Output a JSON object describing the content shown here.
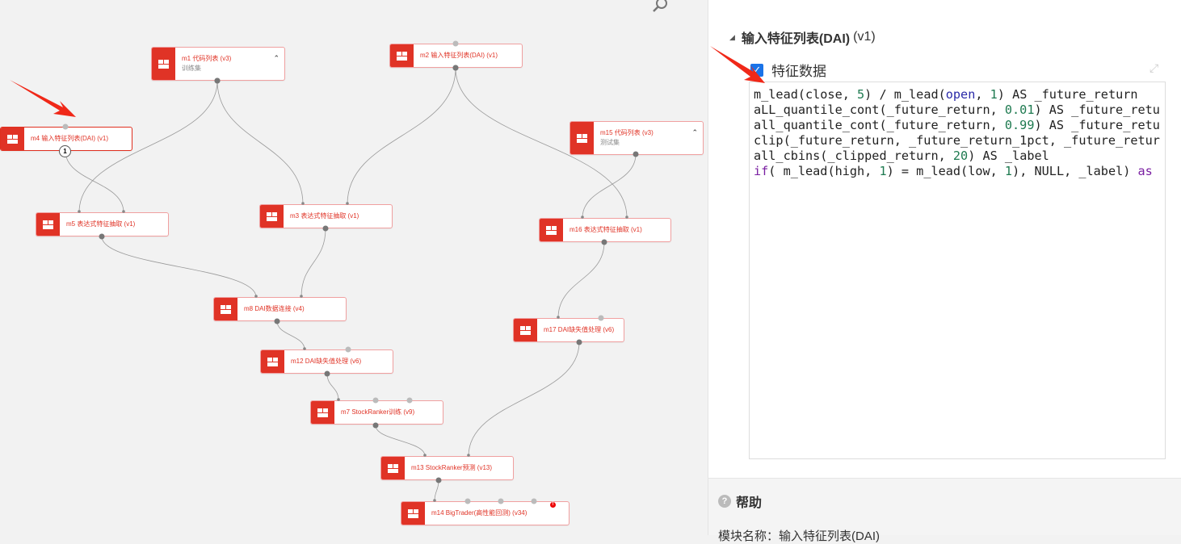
{
  "nodes": {
    "m1": {
      "label": "m1 代码列表 (v3)",
      "sub": "训练集"
    },
    "m2": {
      "label": "m2 输入特征列表(DAI) (v1)"
    },
    "m4": {
      "label": "m4 输入特征列表(DAI) (v1)",
      "badge": "1"
    },
    "m15": {
      "label": "m15 代码列表 (v3)",
      "sub": "测试集"
    },
    "m5": {
      "label": "m5 表达式特征抽取 (v1)"
    },
    "m3": {
      "label": "m3 表达式特征抽取 (v1)"
    },
    "m16": {
      "label": "m16 表达式特征抽取 (v1)"
    },
    "m8": {
      "label": "m8 DAI数据连接 (v4)"
    },
    "m17": {
      "label": "m17 DAI缺失值处理 (v6)"
    },
    "m12": {
      "label": "m12 DAI缺失值处理 (v6)"
    },
    "m7": {
      "label": "m7 StockRanker训练 (v9)"
    },
    "m13": {
      "label": "m13 StockRanker预测 (v13)"
    },
    "m14": {
      "label": "m14 BigTrader(高性能回测) (v34)",
      "error": "!"
    }
  },
  "panel": {
    "title": "输入特征列表(DAI)",
    "version": "(v1)",
    "checkbox_label": "特征数据",
    "checked": true,
    "code_lines": [
      [
        [
          "m_lead(close, ",
          ""
        ],
        [
          "5",
          "n"
        ],
        [
          ") / m_lead(",
          ""
        ],
        [
          "open",
          "b"
        ],
        [
          ", ",
          ""
        ],
        [
          "1",
          "n"
        ],
        [
          ") AS _future_return",
          ""
        ]
      ],
      [
        [
          "aLL_quantile_cont(_future_return, ",
          ""
        ],
        [
          "0.01",
          "n"
        ],
        [
          ") AS _future_retu",
          ""
        ]
      ],
      [
        [
          "all_quantile_cont(_future_return, ",
          ""
        ],
        [
          "0.99",
          "n"
        ],
        [
          ") AS _future_retu",
          ""
        ]
      ],
      [
        [
          "clip(_future_return, _future_return_1pct, _future_retur",
          ""
        ]
      ],
      [
        [
          "all_cbins(_clipped_return, ",
          ""
        ],
        [
          "20",
          "n"
        ],
        [
          ") AS _label",
          ""
        ]
      ],
      [
        [
          "if",
          "k"
        ],
        [
          "( m_lead(high, ",
          ""
        ],
        [
          "1",
          "n"
        ],
        [
          ") = m_lead(low, ",
          ""
        ],
        [
          "1",
          "n"
        ],
        [
          "), NULL, _label) ",
          ""
        ],
        [
          "as",
          "k"
        ]
      ]
    ],
    "help_title": "帮助",
    "help_module": "模块名称：输入特征列表(DAI)"
  }
}
